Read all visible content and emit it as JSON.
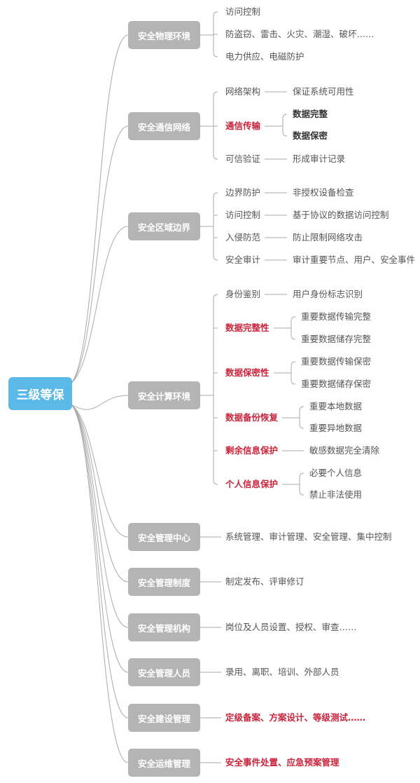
{
  "root": {
    "label": "三级等保"
  },
  "colors": {
    "root": "#5bb9e8",
    "box": "#b4b4b4",
    "text": "#555555",
    "emphasis": "#c8243c",
    "line": "#aaaaaa"
  },
  "branches": [
    {
      "label": "安全物理环境",
      "children": [
        {
          "label": "访问控制"
        },
        {
          "label": "防盗窃、雷击、火灾、潮湿、破坏……"
        },
        {
          "label": "电力供应、电磁防护"
        }
      ]
    },
    {
      "label": "安全通信网络",
      "children": [
        {
          "label": "网络架构",
          "children": [
            {
              "label": "保证系统可用性"
            }
          ]
        },
        {
          "label": "通信传输",
          "style": "red",
          "children": [
            {
              "label": "数据完整",
              "style": "bold"
            },
            {
              "label": "数据保密",
              "style": "bold"
            }
          ]
        },
        {
          "label": "可信验证",
          "children": [
            {
              "label": "形成审计记录"
            }
          ]
        }
      ]
    },
    {
      "label": "安全区域边界",
      "children": [
        {
          "label": "边界防护",
          "children": [
            {
              "label": "非授权设备检查"
            }
          ]
        },
        {
          "label": "访问控制",
          "children": [
            {
              "label": "基于协议的数据访问控制"
            }
          ]
        },
        {
          "label": "入侵防范",
          "children": [
            {
              "label": "防止限制网络攻击"
            }
          ]
        },
        {
          "label": "安全审计",
          "children": [
            {
              "label": "审计重要节点、用户、安全事件"
            }
          ]
        }
      ]
    },
    {
      "label": "安全计算环境",
      "children": [
        {
          "label": "身份鉴别",
          "children": [
            {
              "label": "用户身份标志识别"
            }
          ]
        },
        {
          "label": "数据完整性",
          "style": "red",
          "children": [
            {
              "label": "重要数据传输完整"
            },
            {
              "label": "重要数据储存完整"
            }
          ]
        },
        {
          "label": "数据保密性",
          "style": "red",
          "children": [
            {
              "label": "重要数据传输保密"
            },
            {
              "label": "重要数据储存保密"
            }
          ]
        },
        {
          "label": "数据备份恢复",
          "style": "red",
          "children": [
            {
              "label": "重要本地数据"
            },
            {
              "label": "重要异地数据"
            }
          ]
        },
        {
          "label": "剩余信息保护",
          "style": "red",
          "children": [
            {
              "label": "敏感数据完全清除"
            }
          ]
        },
        {
          "label": "个人信息保护",
          "style": "red",
          "children": [
            {
              "label": "必要个人信息"
            },
            {
              "label": "禁止非法使用"
            }
          ]
        }
      ]
    },
    {
      "label": "安全管理中心",
      "children": [
        {
          "label": "系统管理、审计管理、安全管理、集中控制"
        }
      ]
    },
    {
      "label": "安全管理制度",
      "children": [
        {
          "label": "制定发布、评审修订"
        }
      ]
    },
    {
      "label": "安全管理机构",
      "children": [
        {
          "label": "岗位及人员设置、授权、审查……"
        }
      ]
    },
    {
      "label": "安全管理人员",
      "children": [
        {
          "label": "录用、离职、培训、外部人员"
        }
      ]
    },
    {
      "label": "安全建设管理",
      "children": [
        {
          "label": "定级备案、方案设计、等级测试……",
          "style": "red"
        }
      ]
    },
    {
      "label": "安全运维管理",
      "children": [
        {
          "label": "安全事件处置、应急预案管理",
          "style": "red"
        }
      ]
    }
  ]
}
